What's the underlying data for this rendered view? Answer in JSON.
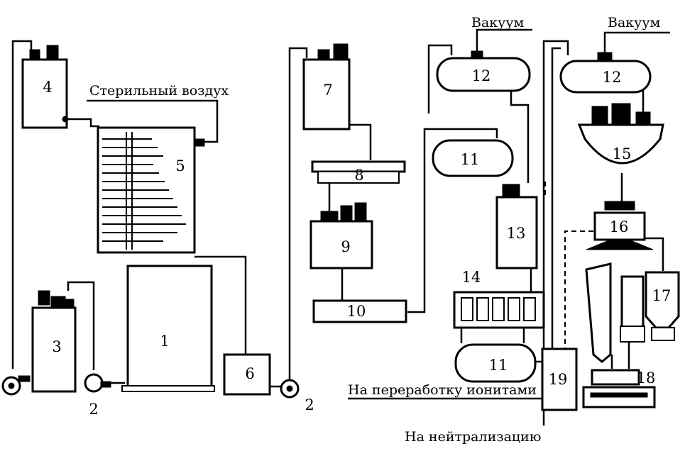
{
  "labels": {
    "vacuum_1": "Вакуум",
    "vacuum_2": "Вакуум",
    "sterile_air": "Стерильный воздух",
    "to_processing": "На переработку ионитами",
    "to_neutralization": "На нейтрализацию"
  },
  "equipment": {
    "n1": "1",
    "n2a": "2",
    "n2b": "2",
    "n3": "3",
    "n4": "4",
    "n5": "5",
    "n6": "6",
    "n7": "7",
    "n8": "8",
    "n9": "9",
    "n10": "10",
    "n11a": "11",
    "n11b": "11",
    "n12a": "12",
    "n12b": "12",
    "n13": "13",
    "n14": "14",
    "n15": "15",
    "n16": "16",
    "n17": "17",
    "n18": "18",
    "n19": "19"
  }
}
